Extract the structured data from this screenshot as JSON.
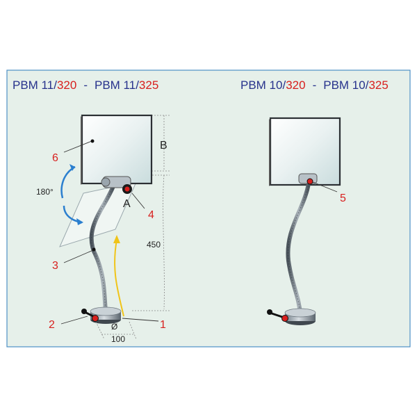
{
  "left_title": {
    "model_a": "PBM 11/",
    "size_a": "320",
    "separator": "-",
    "model_b": "PBM 11/",
    "size_b": "325"
  },
  "right_title": {
    "model_a": "PBM 10/",
    "size_a": "320",
    "separator": "-",
    "model_b": "PBM 10/",
    "size_b": "325"
  },
  "callouts": {
    "left": [
      "6",
      "3",
      "2",
      "4",
      "1"
    ],
    "right": [
      "5"
    ]
  },
  "labels": {
    "rotation": "180°",
    "pivot": "A",
    "mirror_dim": "B",
    "height_dim": "450",
    "base_dim": "100",
    "base_symbol": "Ø"
  },
  "colors": {
    "title_blue": "#27328c",
    "accent_red": "#d8201e",
    "panel_bg": "#e6f0ea",
    "panel_border": "#4d8fc6",
    "rotation_arrow": "#2b7fcf",
    "trace_arrow": "#f0c419"
  }
}
